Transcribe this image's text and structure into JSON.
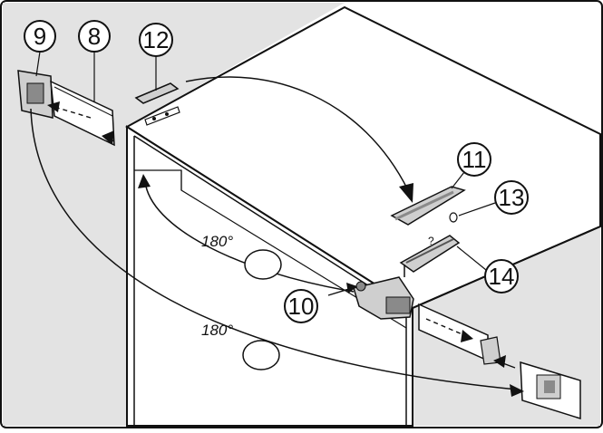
{
  "colors": {
    "background_wall": "#e3e3e3",
    "cabinet_top": "#ffffff",
    "cabinet_front": "#ffffff",
    "line": "#111111",
    "part_fill": "#cfcfcf",
    "part_dark": "#8a8a8a"
  },
  "callouts": [
    "9",
    "8",
    "12",
    "11",
    "13",
    "14",
    "10"
  ],
  "angle_labels": [
    "180°",
    "180°"
  ],
  "small_marks": [
    "?"
  ]
}
